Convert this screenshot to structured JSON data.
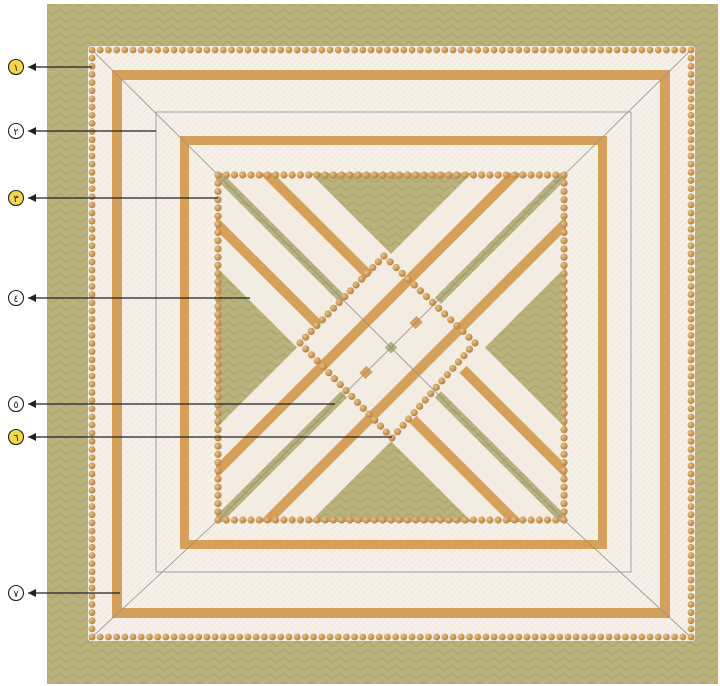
{
  "colors": {
    "background": "#ffffff",
    "olive_fabric": "#b9b27d",
    "olive_fabric_dark": "#a39c68",
    "cream_strip": "#f3ece3",
    "gold_stripe": "#d4a05a",
    "bead": "#b37a3a",
    "bead_highlight": "#e9c48a",
    "seam_line": "#8f8f8f",
    "callout_yellow": "#f4d74a",
    "callout_white": "#ffffff",
    "arrow": "#222222"
  },
  "callouts": [
    {
      "label": "١",
      "style": "yellow",
      "target": "outer-bead-border"
    },
    {
      "label": "٢",
      "style": "white",
      "target": "outer-seam-line"
    },
    {
      "label": "٣",
      "style": "yellow",
      "target": "inner-bead-border"
    },
    {
      "label": "٤",
      "style": "white",
      "target": "diagonal-strip"
    },
    {
      "label": "٥",
      "style": "white",
      "target": "diagonal-seam-line"
    },
    {
      "label": "٦",
      "style": "yellow",
      "target": "diamond-bead-border"
    },
    {
      "label": "٧",
      "style": "white",
      "target": "outer-cream-frame"
    }
  ]
}
